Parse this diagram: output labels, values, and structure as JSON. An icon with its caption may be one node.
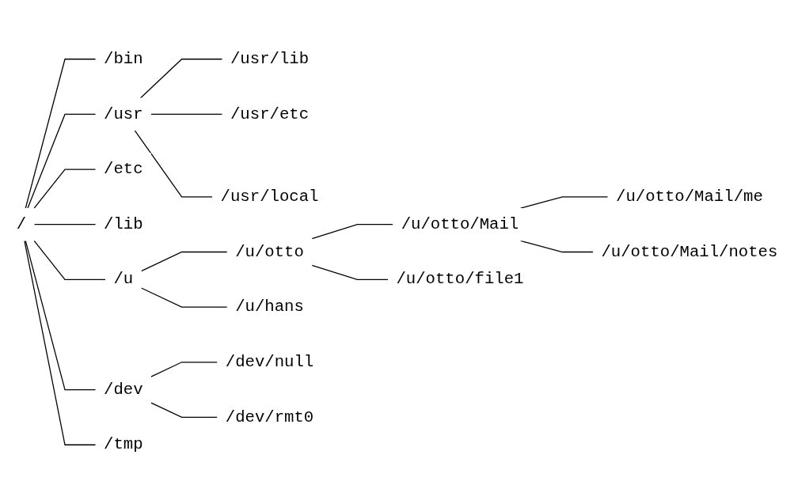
{
  "diagram": {
    "nodes": [
      {
        "text": [
          "/"
        ]
      },
      {
        "text": [
          "/bin"
        ]
      },
      {
        "text": [
          "/usr"
        ]
      },
      {
        "text": [
          "/usr/lib"
        ]
      },
      {
        "text": [
          "/usr/etc"
        ]
      },
      {
        "text": [
          "/usr/local"
        ]
      },
      {
        "text": [
          "/etc"
        ]
      },
      {
        "text": [
          "/lib"
        ]
      },
      {
        "text": [
          "/u"
        ]
      },
      {
        "text": [
          "/u/otto"
        ]
      },
      {
        "text": [
          "/u/otto/Mail"
        ]
      },
      {
        "text": [
          "/u/otto/Mail/me"
        ]
      },
      {
        "text": [
          "/u/otto/Mail/notes"
        ]
      },
      {
        "text": [
          "/u/otto/file1"
        ]
      },
      {
        "text": [
          "/u/hans"
        ]
      },
      {
        "text": [
          "/dev"
        ]
      },
      {
        "text": [
          "/dev/null"
        ]
      },
      {
        "text": [
          "/dev/rmt0"
        ]
      },
      {
        "text": [
          "/tmp"
        ]
      }
    ],
    "edges": [
      {
        "from": 0,
        "to": 1,
        "arrow": "none"
      },
      {
        "from": 0,
        "to": 2,
        "arrow": "none"
      },
      {
        "from": 2,
        "to": 3,
        "arrow": "none"
      },
      {
        "from": 2,
        "to": 4,
        "arrow": "none"
      },
      {
        "from": 2,
        "to": 5,
        "arrow": "none"
      },
      {
        "from": 0,
        "to": 6,
        "arrow": "none"
      },
      {
        "from": 0,
        "to": 7,
        "arrow": "none"
      },
      {
        "from": 0,
        "to": 8,
        "arrow": "none"
      },
      {
        "from": 8,
        "to": 9,
        "arrow": "none"
      },
      {
        "from": 9,
        "to": 10,
        "arrow": "none"
      },
      {
        "from": 10,
        "to": 11,
        "arrow": "none"
      },
      {
        "from": 10,
        "to": 12,
        "arrow": "none"
      },
      {
        "from": 9,
        "to": 13,
        "arrow": "none"
      },
      {
        "from": 8,
        "to": 14,
        "arrow": "none"
      },
      {
        "from": 0,
        "to": 15,
        "arrow": "none"
      },
      {
        "from": 15,
        "to": 16,
        "arrow": "none"
      },
      {
        "from": 15,
        "to": 17,
        "arrow": "none"
      },
      {
        "from": 0,
        "to": 18,
        "arrow": "none"
      }
    ]
  }
}
